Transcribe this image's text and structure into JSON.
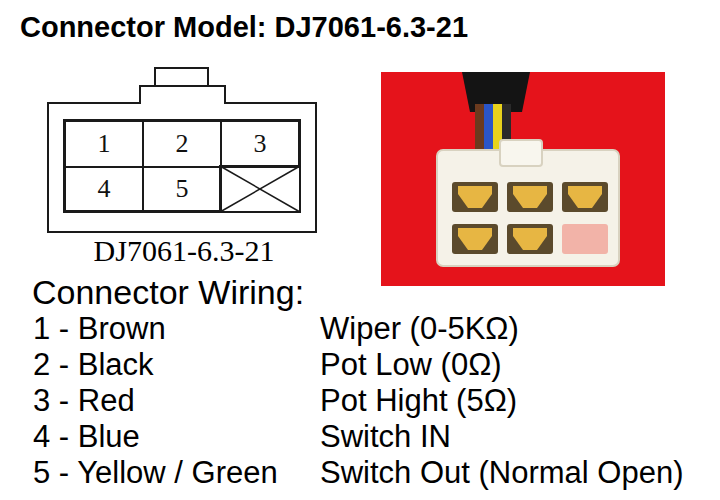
{
  "diagram": {
    "title": "Connector Model: DJ7061-6.3-21",
    "nodes": [
      {
        "text": [
          "1"
        ]
      },
      {
        "text": [
          "2"
        ]
      },
      {
        "text": [
          "3"
        ]
      },
      {
        "text": [
          "4"
        ]
      },
      {
        "text": [
          "5"
        ]
      }
    ],
    "labels": [
      "DJ7061-6.3-21",
      "Connector Wiring:",
      "1 - Brown",
      "Wiper (0-5KΩ)",
      "2 - Black",
      "Pot Low (0Ω)",
      "3 - Red",
      "Pot Hight (5Ω)",
      "4 - Blue",
      "Switch IN",
      "5 - Yellow / Green",
      "Switch Out (Normal Open)"
    ]
  }
}
